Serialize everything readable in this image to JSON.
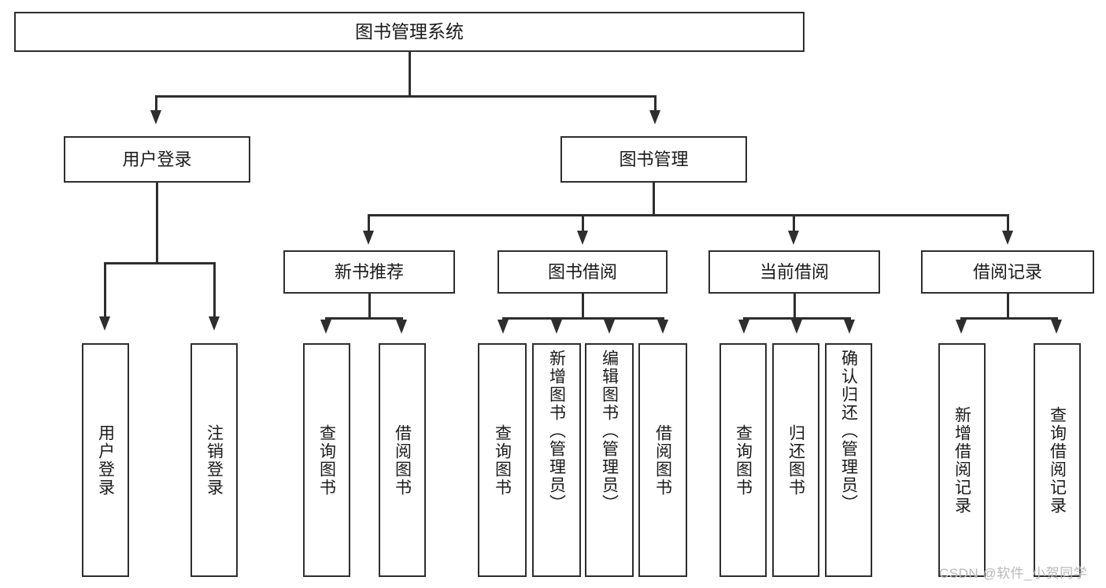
{
  "diagram": {
    "title": "图书管理系统",
    "type": "hierarchy-tree",
    "watermark": "CSDN @软件_小贺同学",
    "root": {
      "label": "图书管理系统"
    },
    "level1": [
      {
        "label": "用户登录"
      },
      {
        "label": "图书管理"
      }
    ],
    "level2": [
      {
        "label": "新书推荐"
      },
      {
        "label": "图书借阅"
      },
      {
        "label": "当前借阅"
      },
      {
        "label": "借阅记录"
      }
    ],
    "leaves": [
      {
        "label": "用户登录",
        "parent": "用户登录"
      },
      {
        "label": "注销登录",
        "parent": "用户登录"
      },
      {
        "label": "查询图书",
        "parent": "新书推荐"
      },
      {
        "label": "借阅图书",
        "parent": "新书推荐"
      },
      {
        "label": "查询图书",
        "parent": "图书借阅"
      },
      {
        "label": "新增图书（管理员）",
        "parent": "图书借阅"
      },
      {
        "label": "编辑图书（管理员）",
        "parent": "图书借阅"
      },
      {
        "label": "借阅图书",
        "parent": "图书借阅"
      },
      {
        "label": "查询图书",
        "parent": "当前借阅"
      },
      {
        "label": "归还图书",
        "parent": "当前借阅"
      },
      {
        "label": "确认归还（管理员）",
        "parent": "当前借阅"
      },
      {
        "label": "新增借阅记录",
        "parent": "借阅记录"
      },
      {
        "label": "查询借阅记录",
        "parent": "借阅记录"
      }
    ],
    "colors": {
      "stroke": "#2e2e2e",
      "fill": "#ffffff",
      "text": "#1a1a1a",
      "watermark": "#b9b9b9"
    }
  }
}
